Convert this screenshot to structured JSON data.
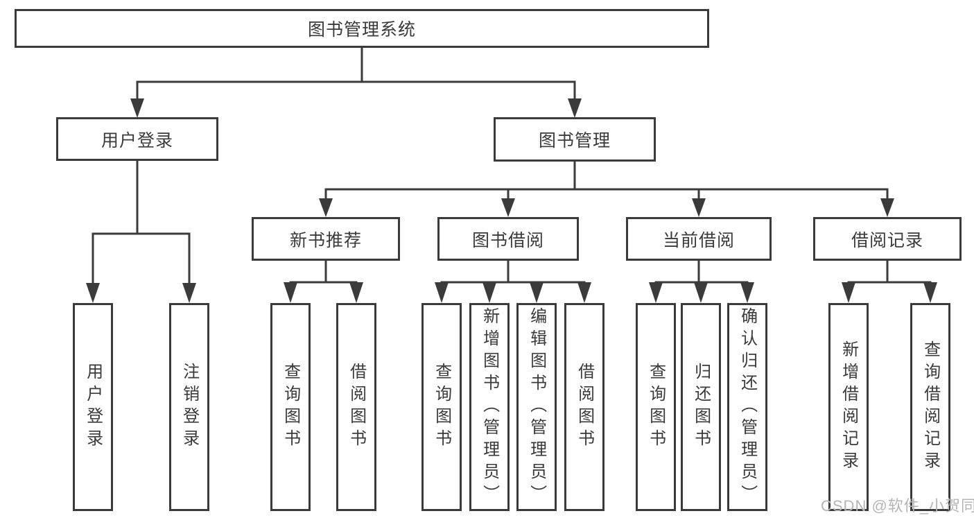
{
  "nodes": {
    "root": "图书管理系统",
    "user_login": "用户登录",
    "book_mgmt": "图书管理",
    "new_book": "新书推荐",
    "book_borrow": "图书借阅",
    "current_borrow": "当前借阅",
    "borrow_record": "借阅记录",
    "leaf_user_login": "用户登录",
    "leaf_logout": "注销登录",
    "leaf_nb_query": "查询图书",
    "leaf_nb_borrow": "借阅图书",
    "leaf_bb_query": "查询图书",
    "leaf_bb_add": "新增图书（管理员）",
    "leaf_bb_edit": "编辑图书（管理员）",
    "leaf_bb_borrow": "借阅图书",
    "leaf_cb_query": "查询图书",
    "leaf_cb_return": "归还图书",
    "leaf_cb_confirm": "确认归还（管理员）",
    "leaf_br_add": "新增借阅记录",
    "leaf_br_query": "查询借阅记录"
  },
  "colors": {
    "line": "#3b3b3b",
    "box_background": "#ffffff",
    "text": "#3a3a3a",
    "watermark": "#b5b5b5"
  },
  "watermark": "CSDN @软件_小贺同学"
}
